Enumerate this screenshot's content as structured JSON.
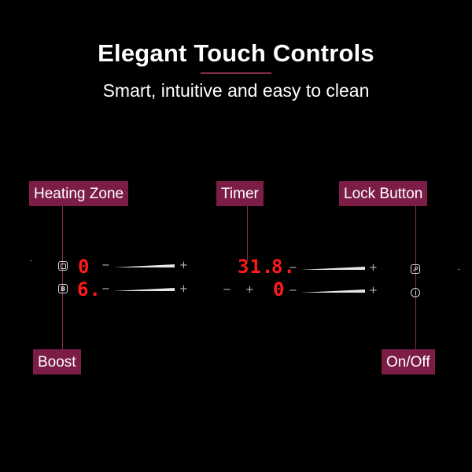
{
  "header": {
    "title": "Elegant Touch Controls",
    "subtitle": "Smart, intuitive and easy to clean"
  },
  "labels": {
    "heating_zone": "Heating Zone",
    "timer": "Timer",
    "lock_button": "Lock Button",
    "boost": "Boost",
    "on_off": "On/Off"
  },
  "panel": {
    "zone1_display": "0",
    "zone2_display": "6.",
    "timer_display_1": "31.",
    "timer_display_2": "8.",
    "zone3_display": "0",
    "minus": "−",
    "plus": "+",
    "boost_icon_text": "B"
  },
  "colors": {
    "accent": "#7b1d47",
    "display_red": "#ff1a1a",
    "background": "#000000"
  },
  "icons": [
    "zone-icon",
    "boost-icon",
    "lock-icon",
    "power-icon"
  ]
}
